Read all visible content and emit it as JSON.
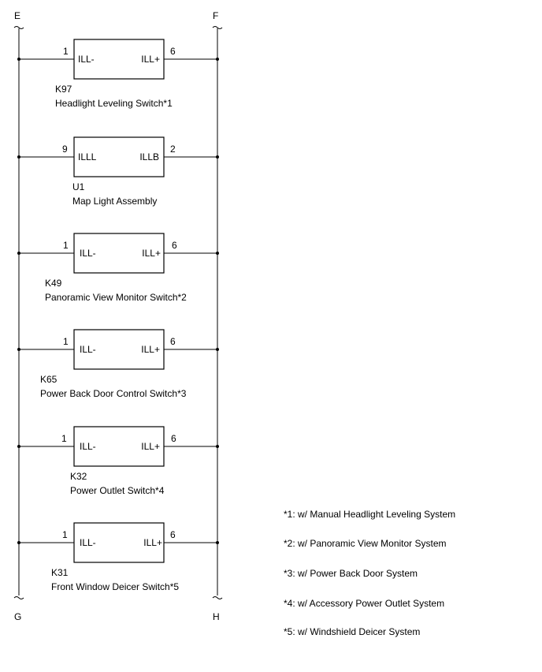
{
  "bus": {
    "left_top": "E",
    "right_top": "F",
    "left_bottom": "G",
    "right_bottom": "H"
  },
  "components": [
    {
      "id": "K97",
      "name": "Headlight Leveling Switch*1",
      "left_pin": "1",
      "left_terminal": "ILL-",
      "right_pin": "6",
      "right_terminal": "ILL+"
    },
    {
      "id": "U1",
      "name": "Map Light Assembly",
      "left_pin": "9",
      "left_terminal": "ILLL",
      "right_pin": "2",
      "right_terminal": "ILLB"
    },
    {
      "id": "K49",
      "name": "Panoramic View Monitor Switch*2",
      "left_pin": "1",
      "left_terminal": "ILL-",
      "right_pin": "6",
      "right_terminal": "ILL+"
    },
    {
      "id": "K65",
      "name": "Power Back Door Control Switch*3",
      "left_pin": "1",
      "left_terminal": "ILL-",
      "right_pin": "6",
      "right_terminal": "ILL+"
    },
    {
      "id": "K32",
      "name": "Power Outlet Switch*4",
      "left_pin": "1",
      "left_terminal": "ILL-",
      "right_pin": "6",
      "right_terminal": "ILL+"
    },
    {
      "id": "K31",
      "name": "Front Window Deicer Switch*5",
      "left_pin": "1",
      "left_terminal": "ILL-",
      "right_pin": "6",
      "right_terminal": "ILL+"
    }
  ],
  "notes": [
    "*1: w/ Manual Headlight Leveling System",
    "*2: w/ Panoramic View Monitor System",
    "*3: w/ Power Back Door System",
    "*4: w/ Accessory Power Outlet System",
    "*5: w/ Windshield Deicer System"
  ]
}
